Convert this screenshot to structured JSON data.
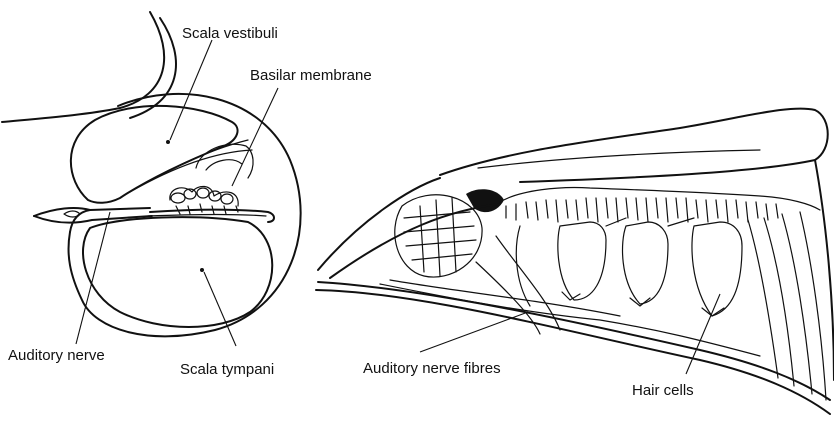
{
  "labels": {
    "scala_vestibuli": "Scala vestibuli",
    "basilar_membrane": "Basilar membrane",
    "auditory_nerve": "Auditory nerve",
    "scala_tympani": "Scala tympani",
    "auditory_nerve_fibres": "Auditory nerve fibres",
    "hair_cells": "Hair cells"
  }
}
